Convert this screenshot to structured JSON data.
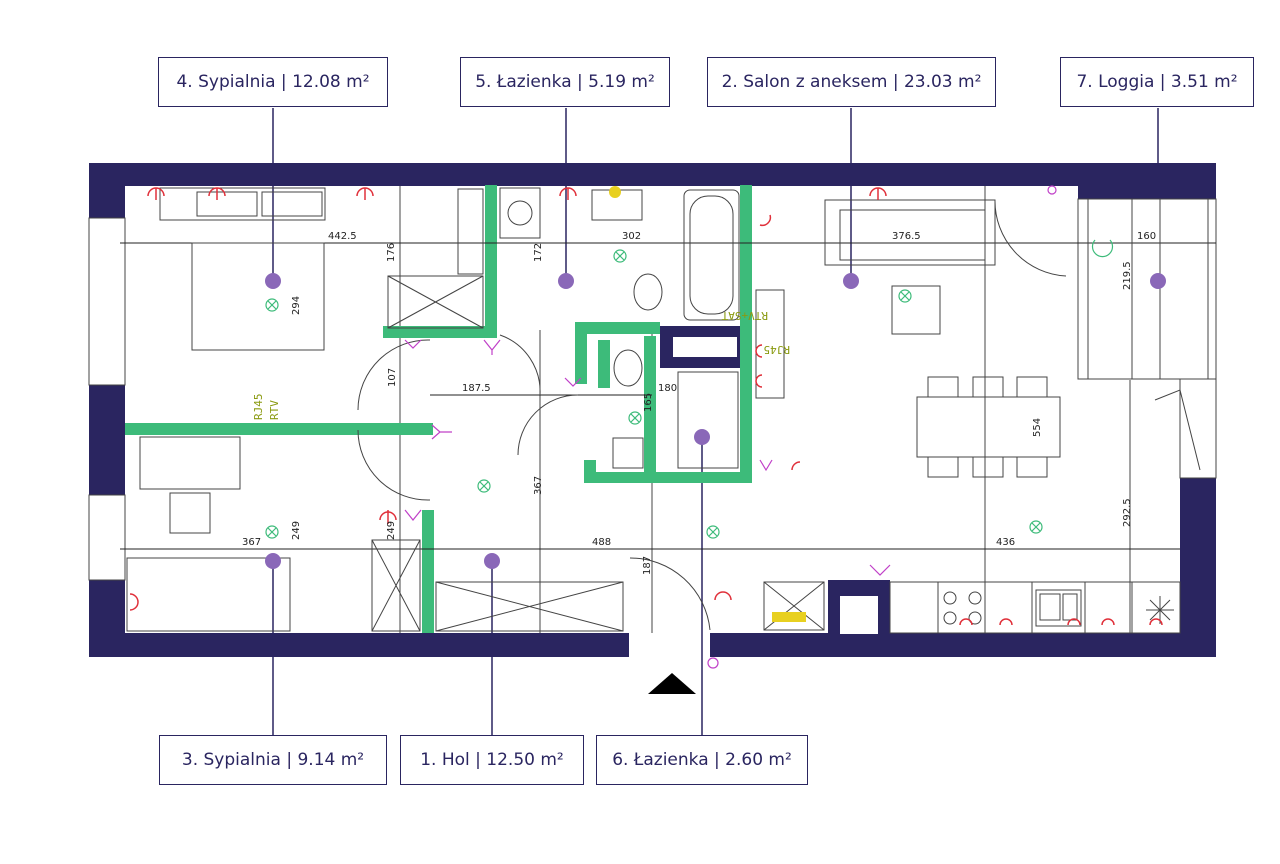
{
  "rooms": [
    {
      "id": "sypialnia-4",
      "number": "4.",
      "name": "Sypialnia",
      "area": "12.08 m²"
    },
    {
      "id": "lazienka-5",
      "number": "5.",
      "name": "Łazienka",
      "area": "5.19 m²"
    },
    {
      "id": "salon-2",
      "number": "2.",
      "name": "Salon z aneksem",
      "area": "23.03 m²"
    },
    {
      "id": "loggia-7",
      "number": "7.",
      "name": "Loggia",
      "area": "3.51 m²"
    },
    {
      "id": "sypialnia-3",
      "number": "3.",
      "name": "Sypialnia",
      "area": "9.14 m²"
    },
    {
      "id": "hol-1",
      "number": "1.",
      "name": "Hol",
      "area": "12.50 m²"
    },
    {
      "id": "lazienka-6",
      "number": "6.",
      "name": "Łazienka",
      "area": "2.60 m²"
    }
  ],
  "labels": {
    "l4": "4. Sypialnia | 12.08 m²",
    "l5": "5. Łazienka | 5.19 m²",
    "l2": "2. Salon z aneksem | 23.03 m²",
    "l7": "7. Loggia | 3.51 m²",
    "l3": "3. Sypialnia | 9.14 m²",
    "l1": "1. Hol | 12.50 m²",
    "l6": "6. Łazienka | 2.60 m²"
  },
  "dimensions": {
    "d442": "442.5",
    "d302": "302",
    "d376": "376.5",
    "d160": "160",
    "d176": "176",
    "d172": "172",
    "d294": "294",
    "d2195": "219.5",
    "d107": "107",
    "d1875": "187.5",
    "d165": "165",
    "d180": "180",
    "d554": "554",
    "d367a": "367",
    "d249a": "249",
    "d249b": "249",
    "d367b": "367",
    "d488": "488",
    "d187": "187",
    "d436": "436",
    "d2925": "292.5"
  },
  "annotations": {
    "rj45_left": "RJ45",
    "rtv_left": "RTV",
    "rtv_sat": "RTV+SAT",
    "rj45_right": "RJ45"
  },
  "colors": {
    "outer_wall": "#2a2560",
    "partition_wall": "#3dbb7a",
    "room_marker": "#8a68b8",
    "socket": "#e0303a",
    "fixture_pink": "#c040c8",
    "light_green": "#3dbb7a",
    "label_border": "#2a2560"
  }
}
